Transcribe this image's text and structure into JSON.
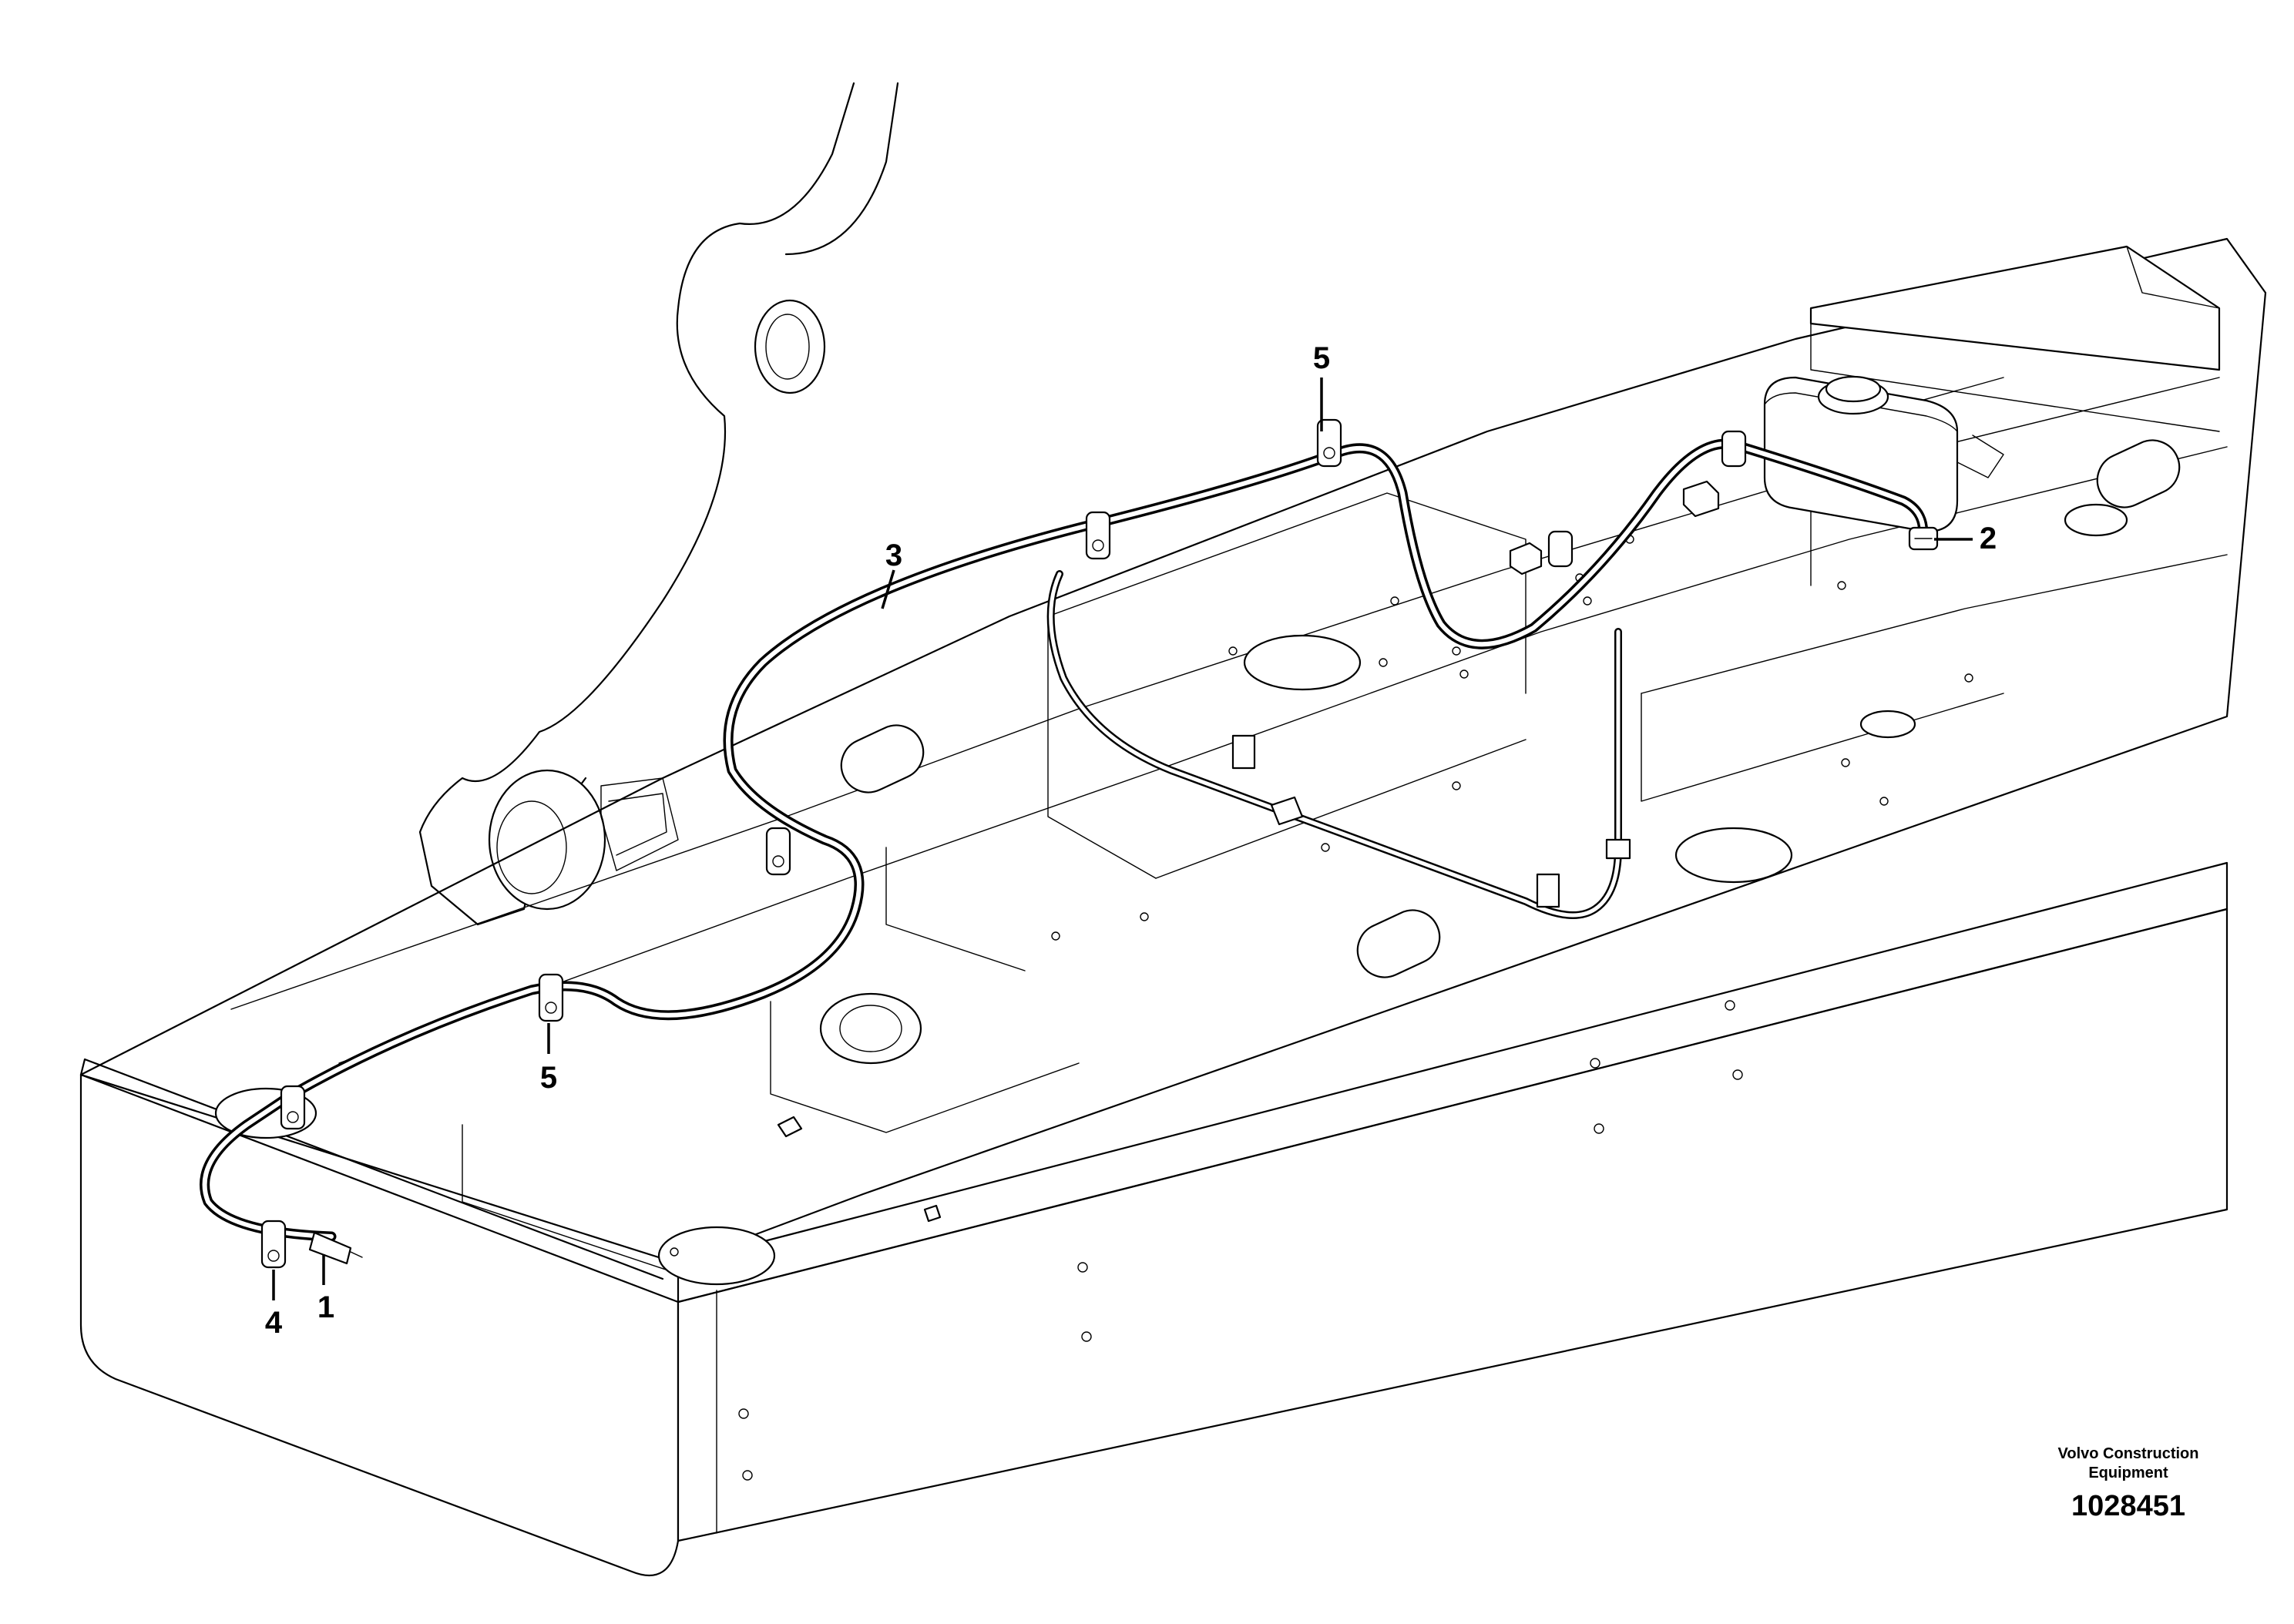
{
  "callouts": {
    "item_1": "1",
    "item_2": "2",
    "item_3": "3",
    "item_4": "4",
    "item_5_top": "5",
    "item_5_bottom": "5"
  },
  "footer": {
    "company_line1": "Volvo Construction",
    "company_line2": "Equipment",
    "part_number": "1028451"
  }
}
